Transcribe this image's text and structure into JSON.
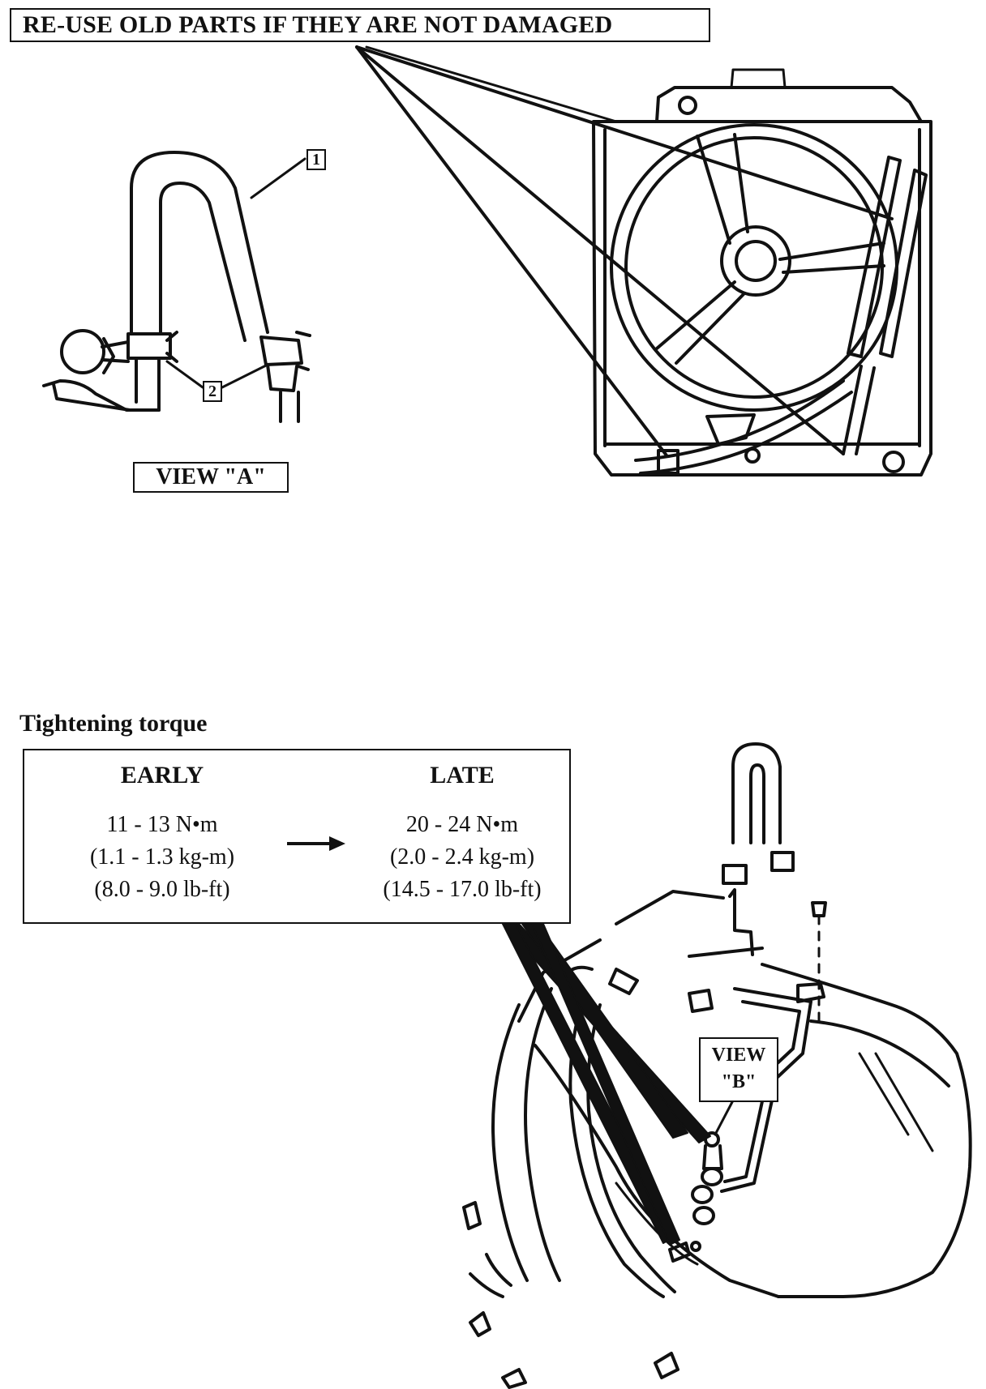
{
  "top_banner": "RE-USE OLD PARTS  IF THEY ARE NOT DAMAGED",
  "view_a": {
    "label": "VIEW \"A\"",
    "callout_1": "1",
    "callout_2": "2"
  },
  "torque": {
    "heading": "Tightening torque",
    "early": {
      "title": "EARLY",
      "nm": "11 - 13 N•m",
      "kgm": "(1.1 - 1.3 kg-m)",
      "lbft": "(8.0 - 9.0 lb-ft)"
    },
    "late": {
      "title": "LATE",
      "nm": "20 - 24 N•m",
      "kgm": "(2.0 - 2.4 kg-m)",
      "lbft": "(14.5 - 17.0 lb-ft)"
    }
  },
  "view_b": {
    "line1": "VIEW",
    "line2": "\"B\""
  }
}
